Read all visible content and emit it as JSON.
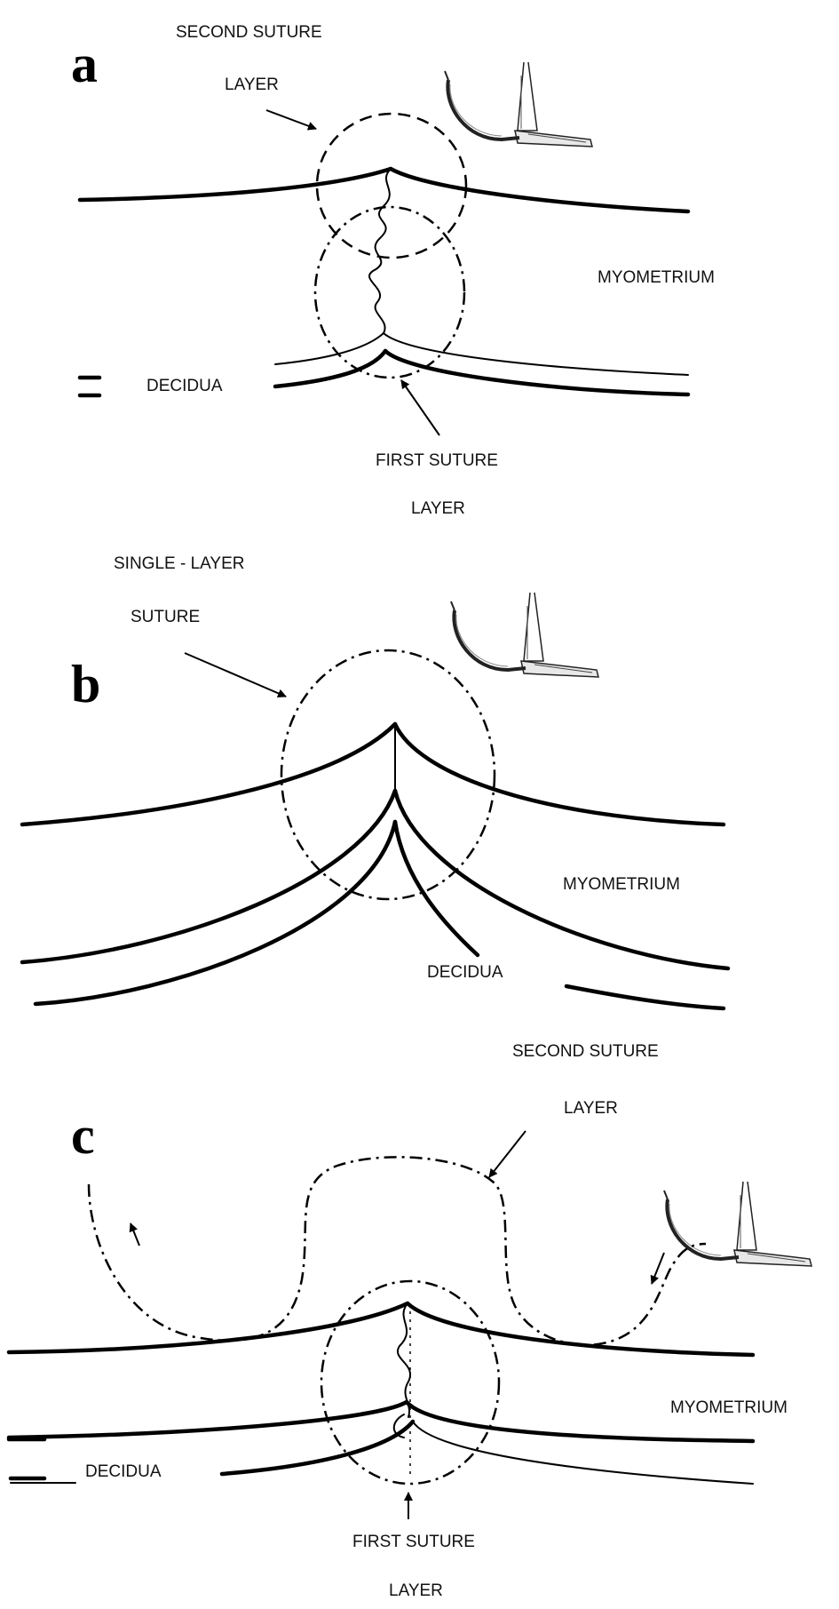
{
  "panels": [
    {
      "letter": "a",
      "labels": {
        "second_suture_line1": "SECOND SUTURE",
        "second_suture_line2": "LAYER",
        "myometrium": "MYOMETRIUM",
        "decidua": "DECIDUA",
        "first_suture_line1": "FIRST SUTURE",
        "first_suture_line2": "LAYER"
      }
    },
    {
      "letter": "b",
      "labels": {
        "single_layer_line1": "SINGLE - LAYER",
        "single_layer_line2": "SUTURE",
        "myometrium": "MYOMETRIUM",
        "decidua": "DECIDUA"
      }
    },
    {
      "letter": "c",
      "labels": {
        "second_suture_line1": "SECOND SUTURE",
        "second_suture_line2": "LAYER",
        "myometrium": "MYOMETRIUM",
        "decidua": "DECIDUA",
        "first_suture_line1": "FIRST SUTURE",
        "first_suture_line2": "LAYER"
      }
    }
  ],
  "icons": {
    "needle_holder": "needle-holder-icon"
  }
}
